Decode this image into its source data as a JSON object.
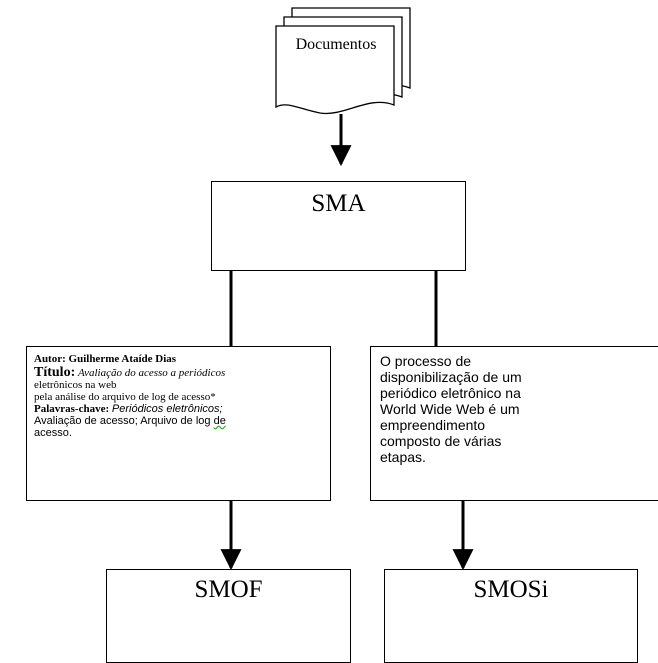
{
  "documents_label": "Documentos",
  "sma": {
    "label": "SMA"
  },
  "left_note": {
    "autor_label": "Autor:",
    "autor_value": "Guilherme Ataíde Dias",
    "titulo_label": "Título:",
    "titulo_line1": "Avaliação do acesso a periódicos",
    "titulo_line2": "eletrônicos na web",
    "titulo_line3": "pela análise do arquivo de log de acesso*",
    "palavras_label": "Palavras-chave:",
    "palavras_line1": "Periódicos eletrônicos;",
    "palavras_line2a": "Avaliação de acesso; Arquivo de log ",
    "palavras_line2b": "de",
    "palavras_line3": "acesso."
  },
  "right_note": {
    "lines": [
      "O processo de",
      "disponibilização de um",
      "periódico eletrônico na",
      "World Wide Web é um",
      "empreendimento",
      "composto de várias",
      "etapas."
    ]
  },
  "smof": {
    "label": "SMOF"
  },
  "smosi": {
    "label": "SMOSi"
  }
}
